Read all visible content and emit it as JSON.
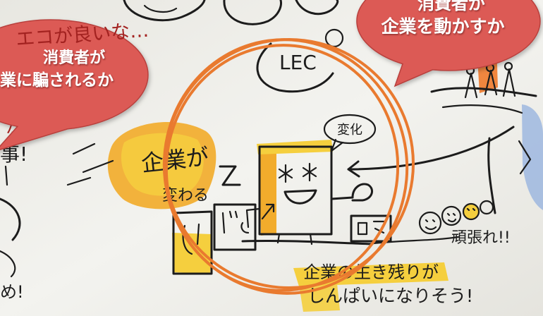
{
  "overlay_bubbles": {
    "left": {
      "line1": "消費者が",
      "line2": "業に騙されるか"
    },
    "right": {
      "line1": "消費者が",
      "line2": "企業を動かすか"
    }
  },
  "handwritten_notes": {
    "eco_comment": "エコが良いな…",
    "red_ga": "が",
    "koto": "事!",
    "me": "め!",
    "company_changes_1": "企業が",
    "company_changes_2": "変わる",
    "change_balloon": "変化",
    "survival_1": "企業の生き残りが",
    "survival_2": "しんぱいになりそう!",
    "cheer": "頑張れ!!",
    "lec": "LEC"
  },
  "colors": {
    "bubble_fill": "#dc5a55",
    "bubble_outline": "#b8413d",
    "bubble_text": "#ffffff",
    "circle_stroke": "#e97a2f",
    "highlight_yellow": "#f5cf3e",
    "highlight_orange": "#f2ac2c",
    "marker_orange": "#ef7a2b",
    "marker_blue": "#9db7df",
    "red_ink": "#a32220",
    "ink": "#1c1c1c"
  }
}
